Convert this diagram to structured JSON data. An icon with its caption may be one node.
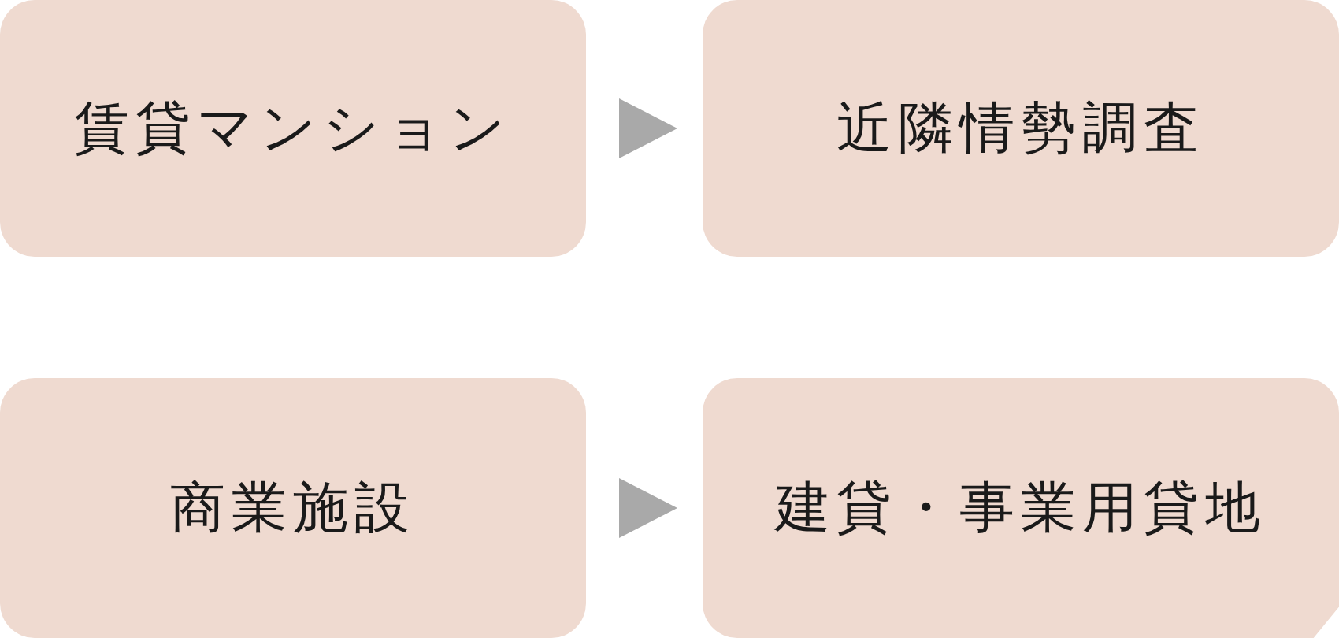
{
  "diagram": {
    "nodes": [
      {
        "text": [
          "賃貸マンション"
        ]
      },
      {
        "text": [
          "近隣情勢調査"
        ]
      },
      {
        "text": [
          "商業施設"
        ]
      },
      {
        "text": [
          "建貸・事業用貸地"
        ]
      }
    ],
    "edges": [
      {
        "from": 0,
        "to": 1,
        "arrow": "to"
      },
      {
        "from": 2,
        "to": 3,
        "arrow": "to"
      }
    ]
  }
}
